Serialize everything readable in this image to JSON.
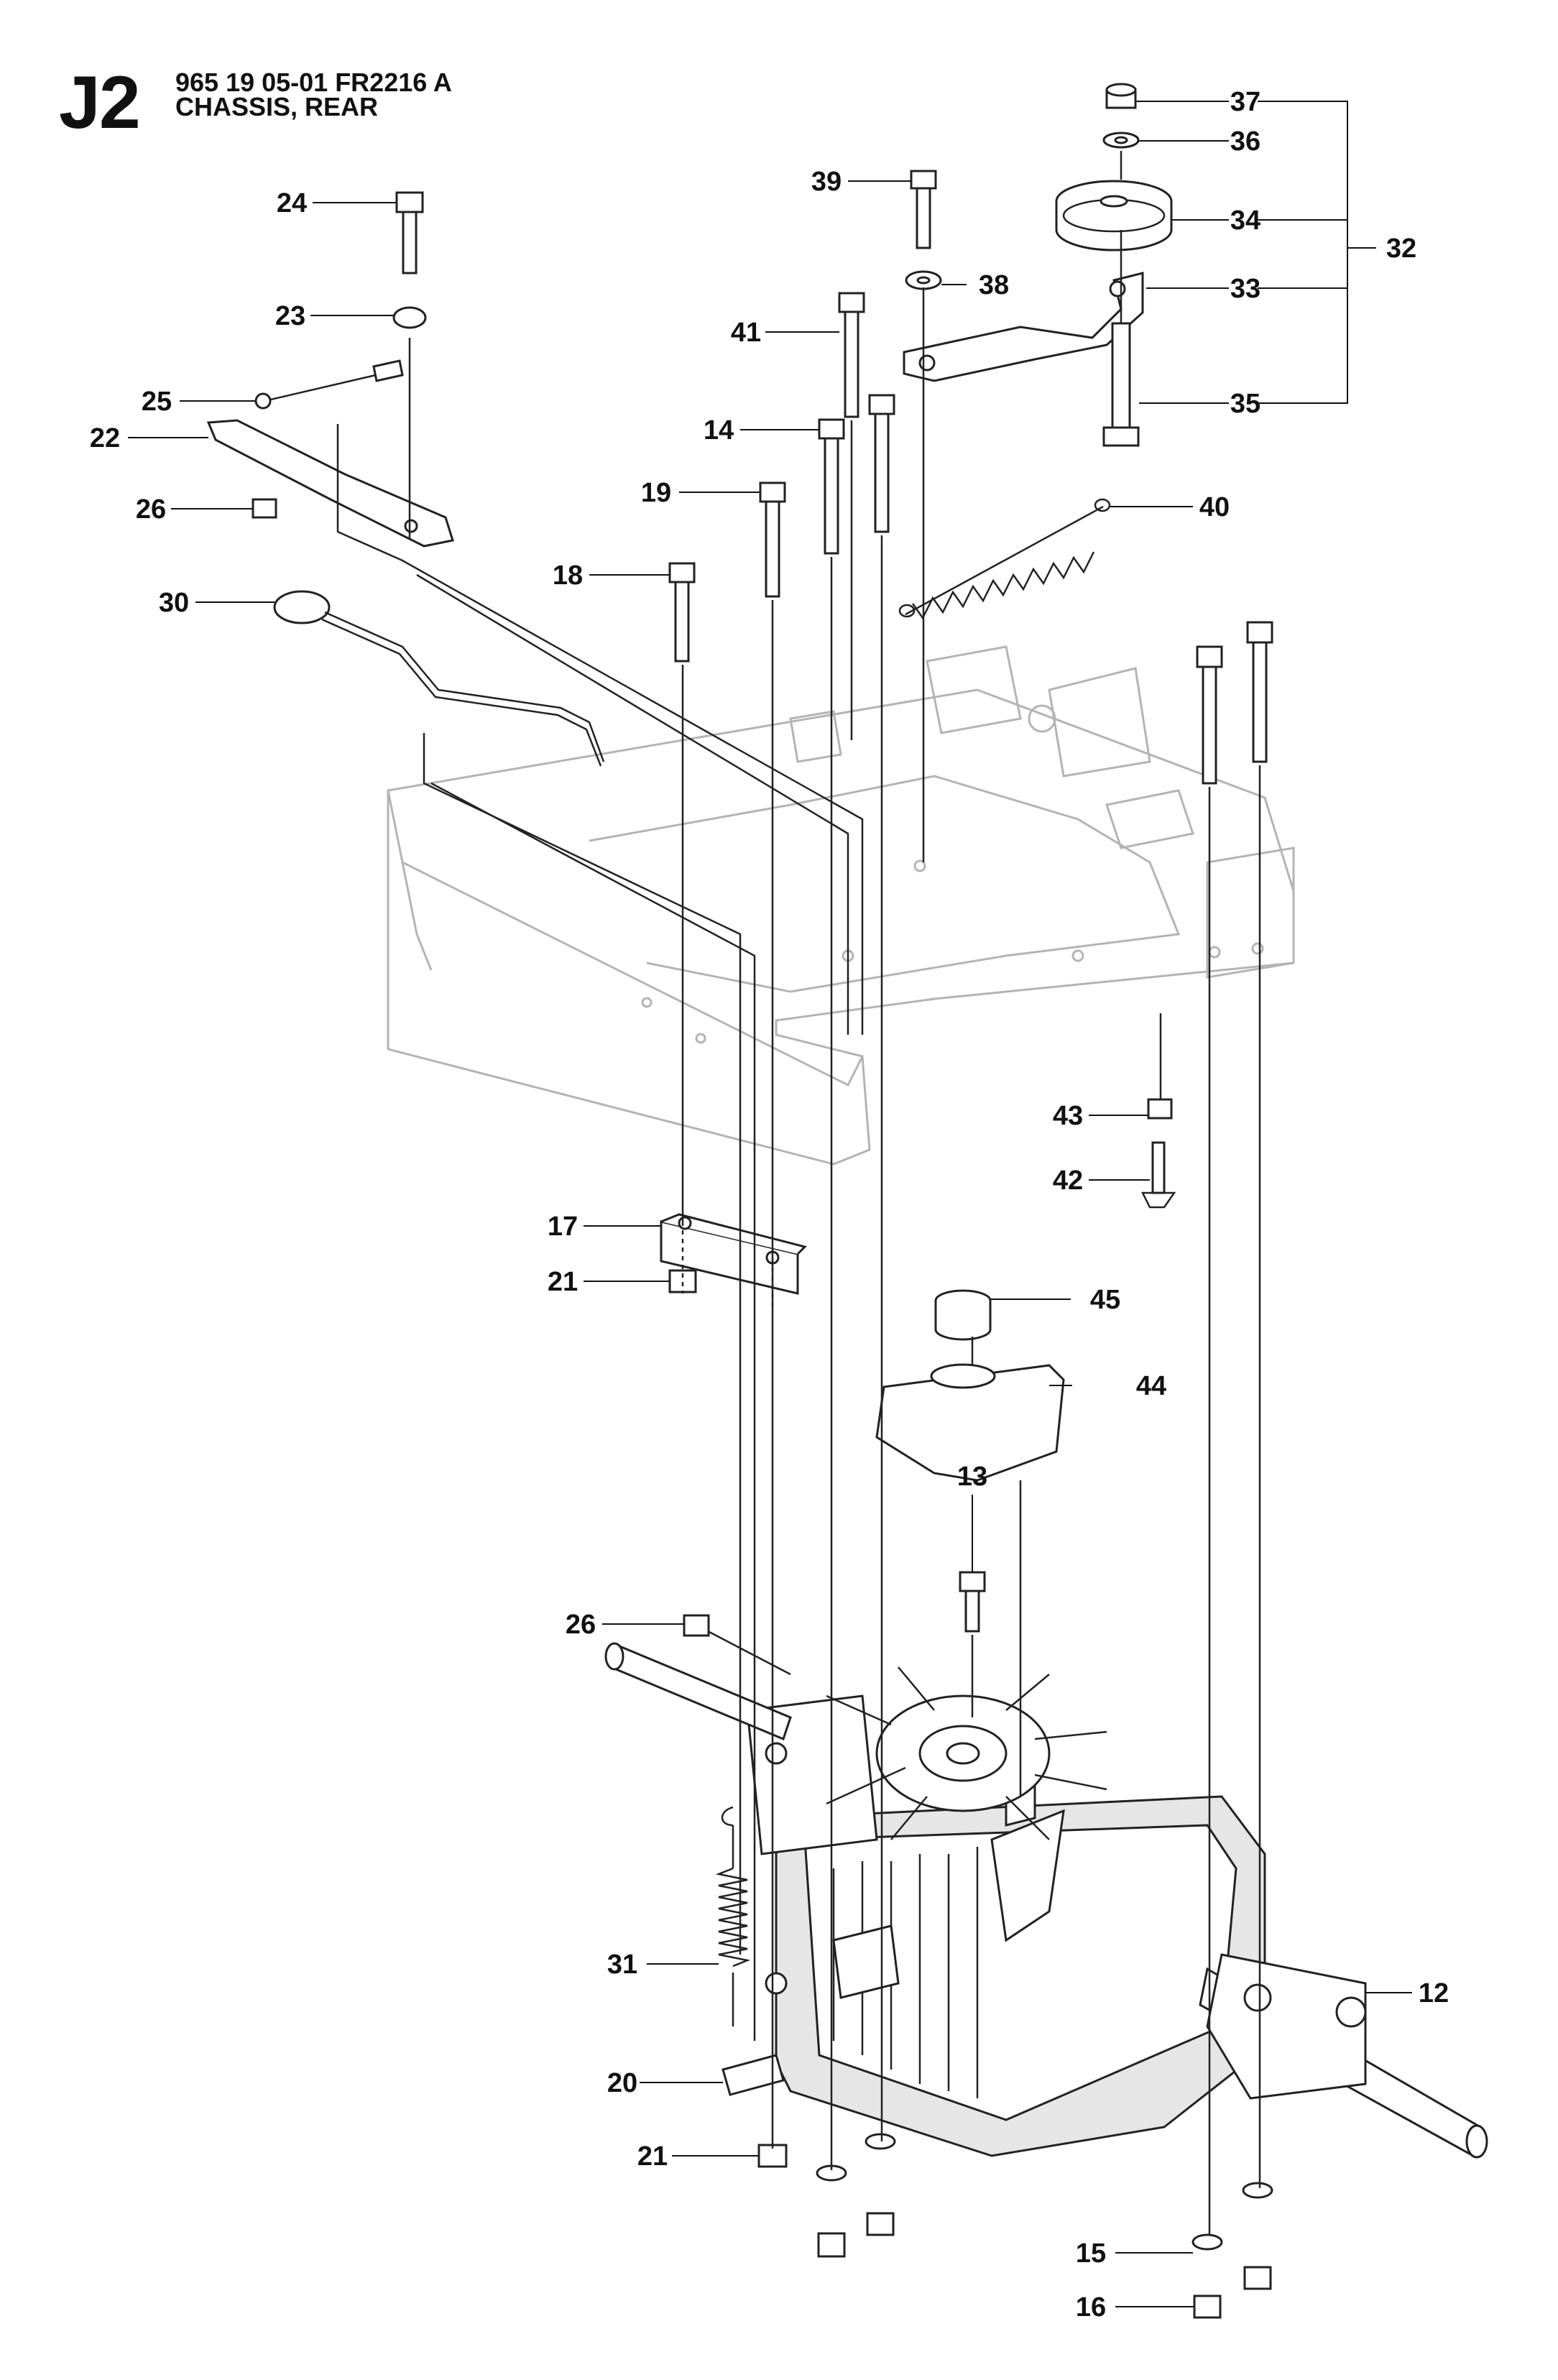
{
  "header": {
    "code": "J2",
    "part_number_line": "965 19 05-01 FR2216 A",
    "section_title": "CHASSIS, REAR"
  },
  "callouts": [
    "37",
    "36",
    "34",
    "33",
    "32",
    "35",
    "39",
    "38",
    "41",
    "14",
    "19",
    "18",
    "40",
    "24",
    "23",
    "25",
    "22",
    "26",
    "30",
    "17",
    "21",
    "45",
    "44",
    "13",
    "26",
    "31",
    "20",
    "21",
    "12",
    "15",
    "16",
    "43",
    "42"
  ]
}
